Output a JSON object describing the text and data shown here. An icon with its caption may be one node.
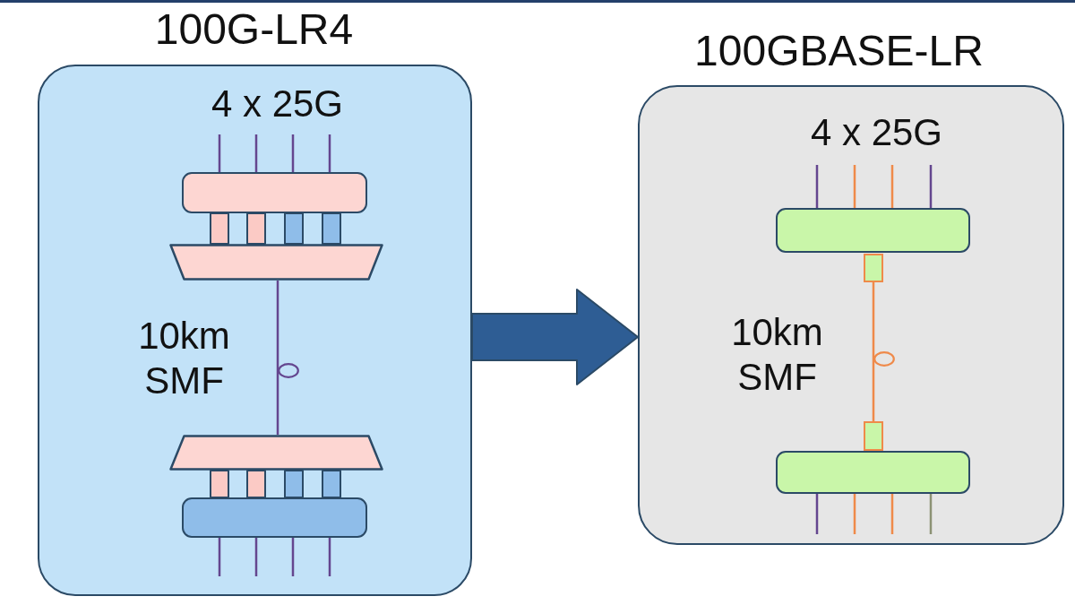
{
  "diagram": {
    "nodes": [
      {
        "text": [
          "100G-LR4",
          "4 x 25G",
          "10km SMF"
        ]
      },
      {
        "text": [],
        "shape": "box",
        "in": 0
      },
      {
        "text": [],
        "shape": "trapezoid",
        "in": 0
      },
      {
        "text": [],
        "shape": "trapezoid",
        "in": 0
      },
      {
        "text": [],
        "shape": "box",
        "in": 0
      },
      {
        "text": [
          "100GBASE-LR",
          "4 x 25G",
          "10km SMF"
        ]
      },
      {
        "text": [],
        "shape": "box",
        "in": 5
      },
      {
        "text": [],
        "shape": "box",
        "in": 5
      },
      {
        "text": [],
        "shape": "box",
        "in": 5
      },
      {
        "text": [],
        "shape": "box",
        "in": 5
      }
    ],
    "edges": [
      {
        "from": 0,
        "to": 5,
        "arrow": "to",
        "style": "thick",
        "color": "#2e5d94"
      },
      {
        "from": null,
        "to": 1,
        "arrow": "none"
      },
      {
        "from": null,
        "to": 1,
        "arrow": "none"
      },
      {
        "from": null,
        "to": 1,
        "arrow": "none"
      },
      {
        "from": null,
        "to": 1,
        "arrow": "none"
      },
      {
        "from": 1,
        "to": 2,
        "arrow": "none",
        "style": "thick",
        "color": "#fbcac5"
      },
      {
        "from": 1,
        "to": 2,
        "arrow": "none",
        "style": "thick",
        "color": "#fbcac5"
      },
      {
        "from": 1,
        "to": 2,
        "arrow": "none",
        "style": "thick",
        "color": "#8fbde9"
      },
      {
        "from": 1,
        "to": 2,
        "arrow": "none",
        "style": "thick",
        "color": "#8fbde9"
      },
      {
        "from": 2,
        "to": 3,
        "arrow": "none"
      },
      {
        "from": 3,
        "to": 4,
        "arrow": "none",
        "style": "thick",
        "color": "#fbcac5"
      },
      {
        "from": 3,
        "to": 4,
        "arrow": "none",
        "style": "thick",
        "color": "#fbcac5"
      },
      {
        "from": 3,
        "to": 4,
        "arrow": "none",
        "style": "thick",
        "color": "#8fbde9"
      },
      {
        "from": 3,
        "to": 4,
        "arrow": "none",
        "style": "thick",
        "color": "#8fbde9"
      },
      {
        "from": 4,
        "to": null,
        "arrow": "none"
      },
      {
        "from": 4,
        "to": null,
        "arrow": "none"
      },
      {
        "from": 4,
        "to": null,
        "arrow": "none"
      },
      {
        "from": 4,
        "to": null,
        "arrow": "none"
      },
      {
        "from": null,
        "to": 6,
        "arrow": "none"
      },
      {
        "from": null,
        "to": 6,
        "arrow": "none",
        "color": "#ef8a4a"
      },
      {
        "from": null,
        "to": 6,
        "arrow": "none",
        "color": "#ef8a4a"
      },
      {
        "from": null,
        "to": 6,
        "arrow": "none"
      },
      {
        "from": 7,
        "to": 8,
        "arrow": "none",
        "color": "#ef8a4a"
      },
      {
        "from": 9,
        "to": null,
        "arrow": "none"
      },
      {
        "from": 9,
        "to": null,
        "arrow": "none",
        "color": "#ef8a4a"
      },
      {
        "from": 9,
        "to": null,
        "arrow": "none",
        "color": "#ef8a4a"
      },
      {
        "from": 9,
        "to": null,
        "arrow": "none",
        "color": "#8c9274"
      }
    ]
  }
}
